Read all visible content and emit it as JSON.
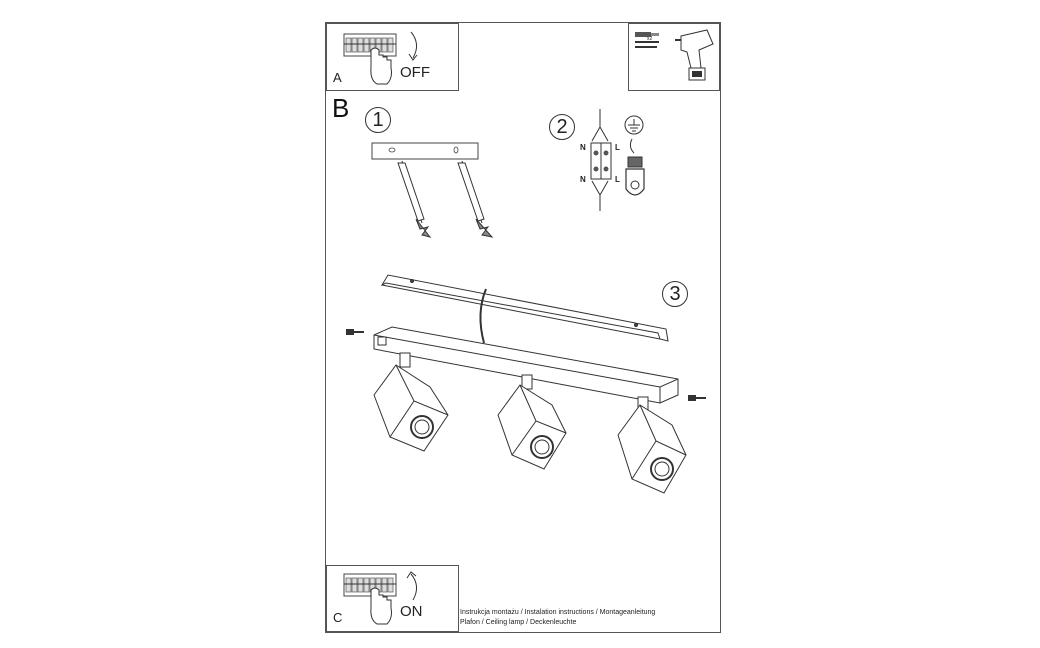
{
  "panel_a": {
    "letter": "A",
    "switch_label": "OFF"
  },
  "panel_b": {
    "letter": "B"
  },
  "panel_c": {
    "letter": "C",
    "switch_label": "ON"
  },
  "steps": [
    "1",
    "2",
    "3"
  ],
  "wiring": {
    "neutral": "N",
    "live": "L"
  },
  "tools": {
    "screws_count": "x2"
  },
  "footer": {
    "line1": "Instrukcja montażu / Instalation instructions / Montageanleitung",
    "line2": "Plafon / Ceiling lamp / Deckenleuchte"
  },
  "icons": [
    "breaker-switch-icon",
    "hand-icon",
    "arrow-down-icon",
    "arrow-up-icon",
    "drill-icon",
    "screw-icon",
    "ground-symbol-icon",
    "terminal-block-icon",
    "wall-plug-icon"
  ]
}
